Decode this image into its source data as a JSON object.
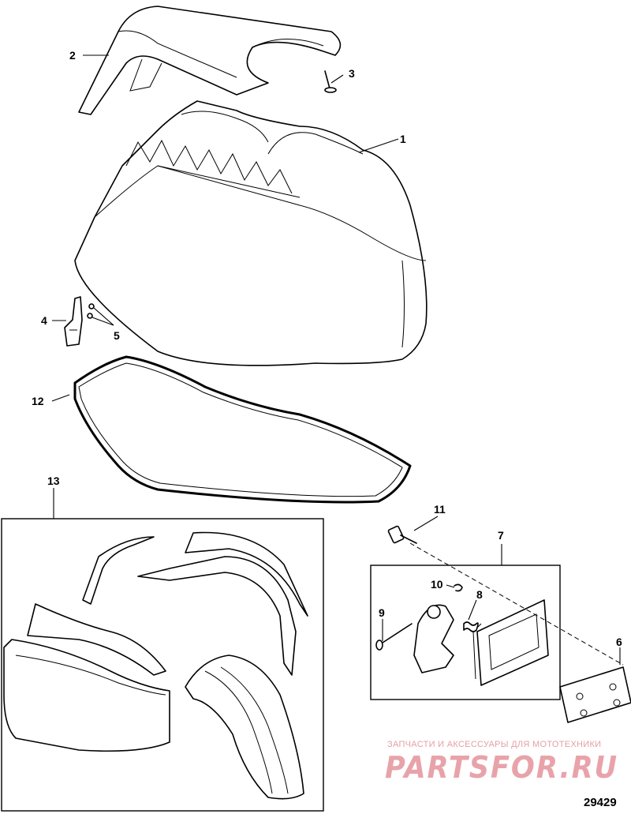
{
  "callouts": {
    "c1": "1",
    "c2": "2",
    "c3": "3",
    "c4": "4",
    "c5": "5",
    "c6": "6",
    "c7": "7",
    "c8": "8",
    "c9": "9",
    "c10": "10",
    "c11": "11",
    "c12": "12",
    "c13": "13"
  },
  "diagram_number": "29429",
  "watermark": {
    "tagline": "ЗАПЧАСТИ И АКСЕССУАРЫ ДЛЯ МОТОТЕХНИКИ",
    "logo_text": "PARTSFOR.RU"
  },
  "colors": {
    "line": "#000000",
    "background": "#ffffff",
    "watermark": "#e8a3aa"
  }
}
